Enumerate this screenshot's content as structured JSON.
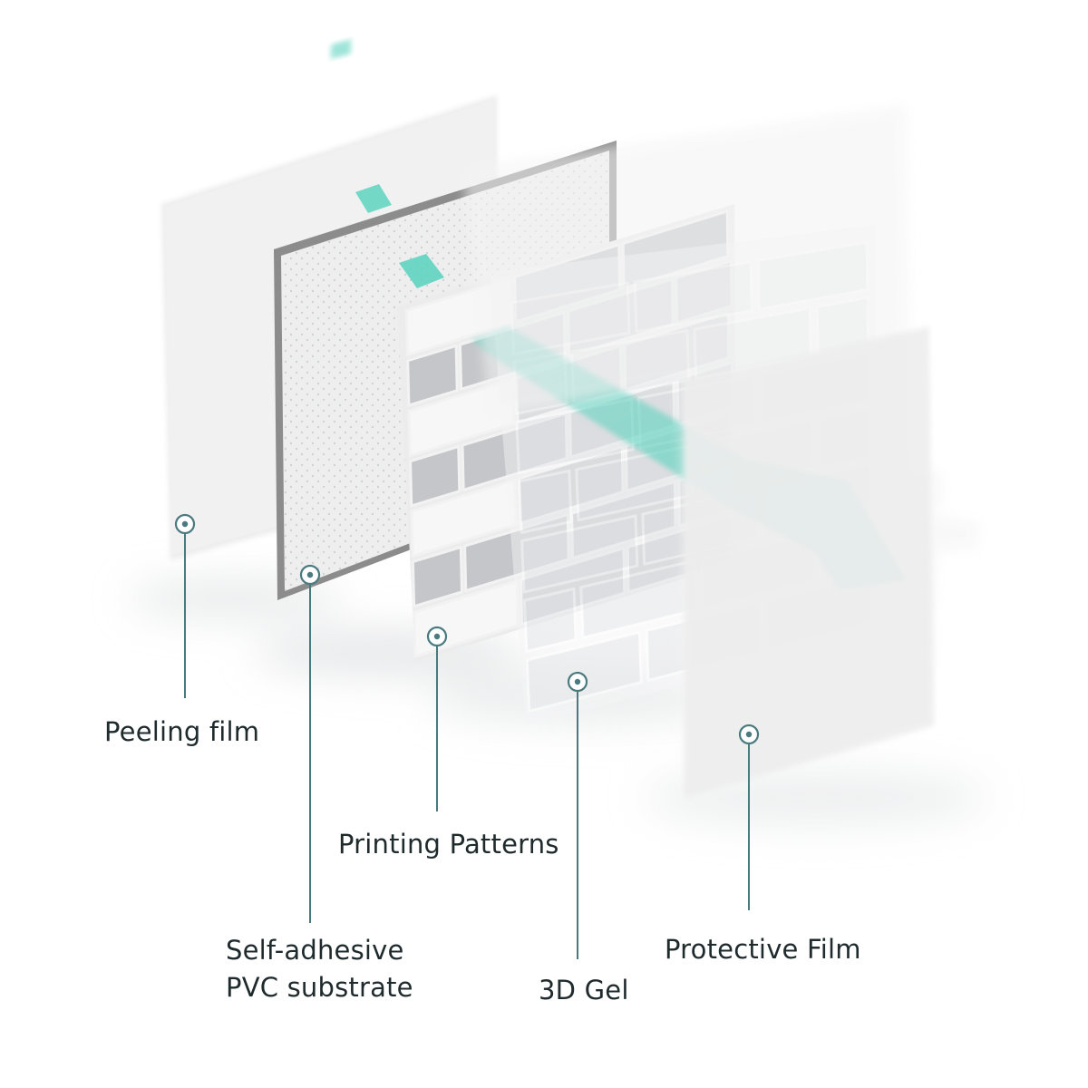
{
  "colors": {
    "accent": "#5ed3c0",
    "callout": "#4a7a7e",
    "tile_fill": "#c4c6c9",
    "tile_grout": "#f2f2f2",
    "label_text": "#1f2a2d",
    "substrate_border": "#8c8c8c",
    "substrate_fill": "#eeeeee"
  },
  "layers": [
    {
      "id": "peeling-film",
      "lines": [
        "Peeling film"
      ]
    },
    {
      "id": "pvc-substrate",
      "lines": [
        "Self-adhesive",
        "PVC substrate"
      ]
    },
    {
      "id": "printing-patterns",
      "lines": [
        "Printing Patterns"
      ]
    },
    {
      "id": "gel-3d",
      "lines": [
        "3D Gel"
      ]
    },
    {
      "id": "protective-film",
      "lines": [
        "Protective Film"
      ]
    }
  ]
}
